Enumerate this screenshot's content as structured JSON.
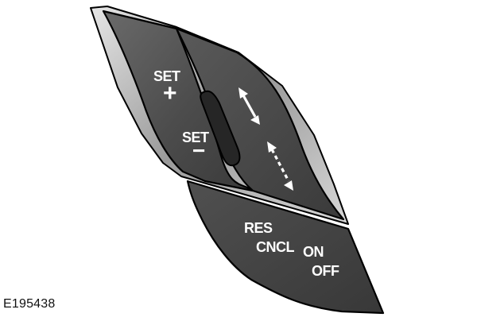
{
  "figure_id": "E195438",
  "controls": {
    "set_plus": {
      "label": "SET",
      "symbol": "+"
    },
    "set_minus": {
      "label": "SET",
      "symbol": "−"
    },
    "res_cncl": {
      "line1": "RES",
      "line2": "CNCL"
    },
    "on_off": {
      "line1": "ON",
      "line2": "OFF"
    },
    "gap_up_icon": "double-arrow-icon",
    "gap_down_icon": "dashed-double-arrow-icon"
  },
  "colors": {
    "button_dark": "#3a3a3a",
    "button_mid": "#4c4c4c",
    "button_light": "#6a6a6a",
    "chrome_trim": "#bdbdbd",
    "outline": "#000000"
  }
}
